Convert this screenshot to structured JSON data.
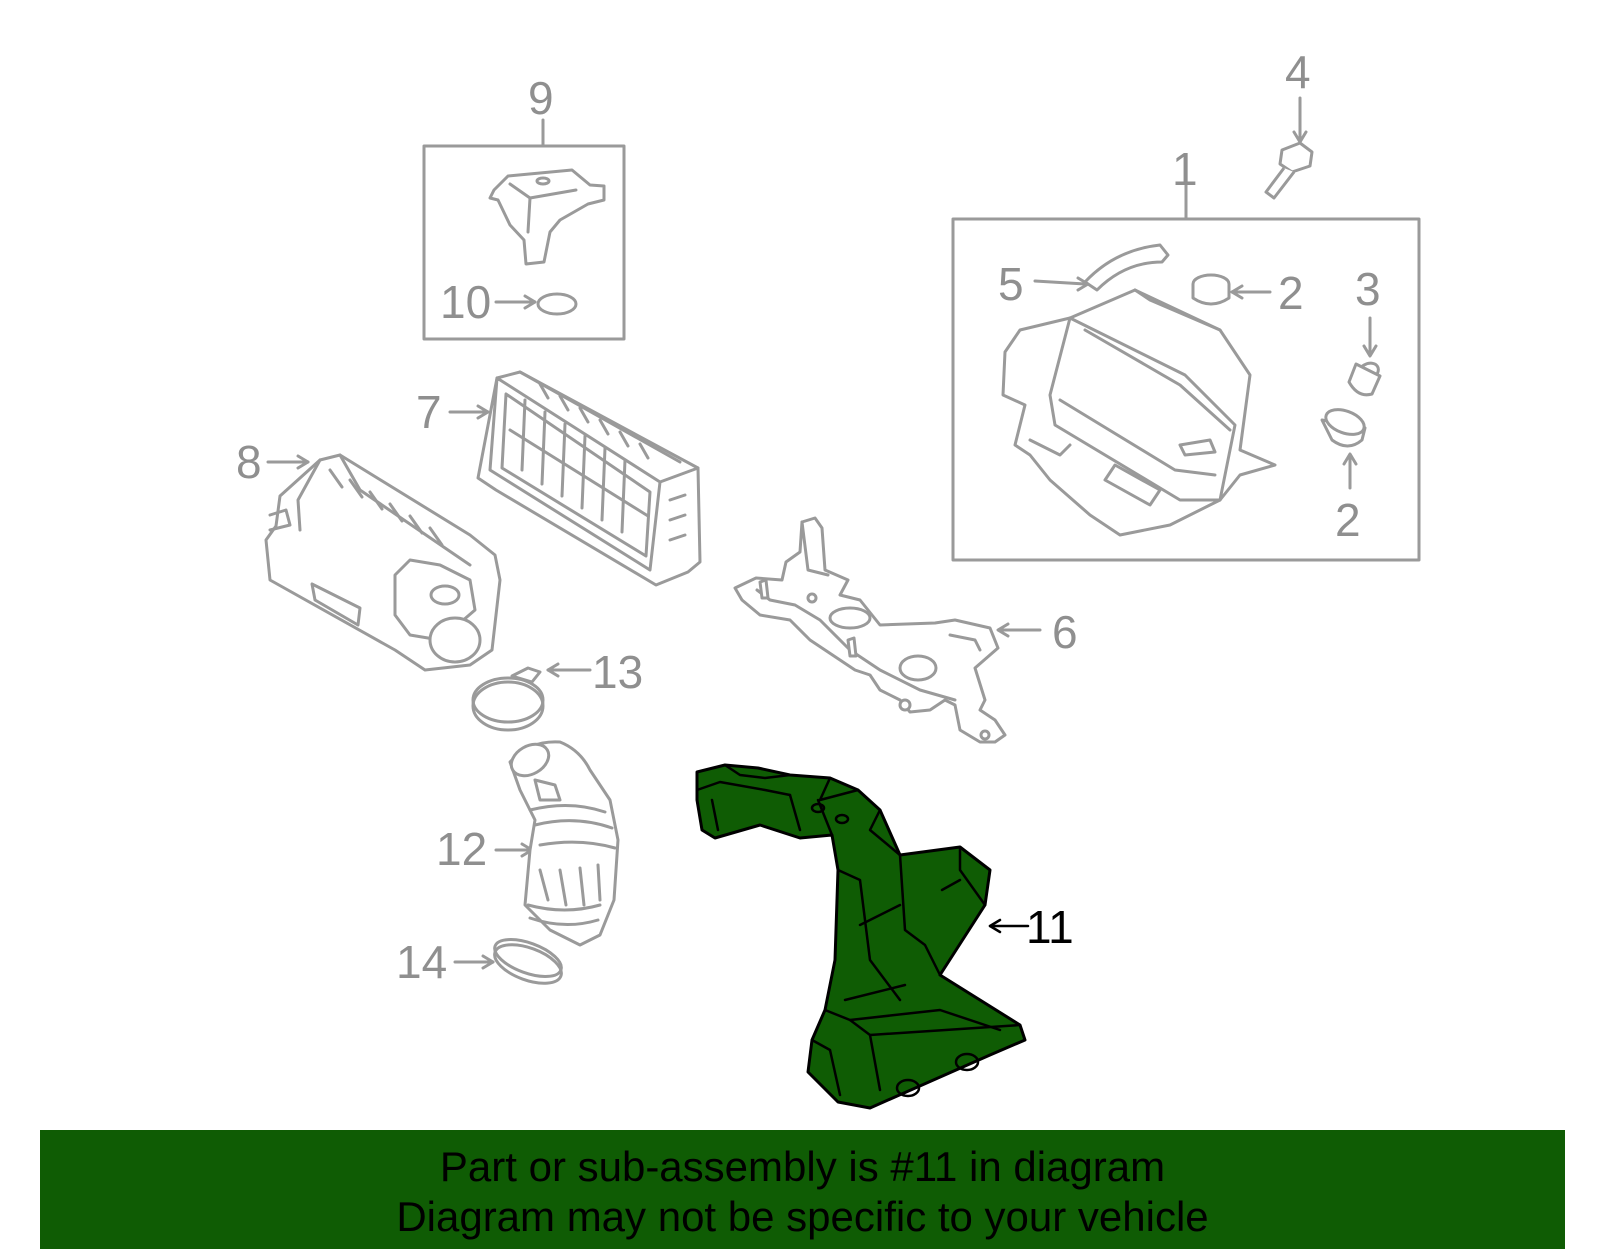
{
  "diagram": {
    "labels": {
      "p1": "1",
      "p2a": "2",
      "p2b": "2",
      "p3": "3",
      "p4": "4",
      "p5": "5",
      "p6": "6",
      "p7": "7",
      "p8": "8",
      "p9": "9",
      "p10": "10",
      "p11": "11",
      "p12": "12",
      "p13": "13",
      "p14": "14"
    },
    "highlighted_part": "11",
    "highlight_color": "#0f5c04",
    "line_color": "#9a9a9a"
  },
  "banner": {
    "line1": "Part or sub-assembly is #11 in diagram",
    "line2": "Diagram may not be specific to your vehicle",
    "background": "#0f5c04"
  }
}
